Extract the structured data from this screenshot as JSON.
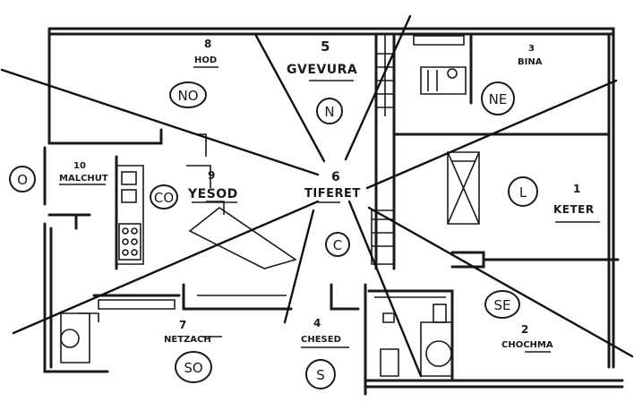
{
  "rooms": {
    "hod": {
      "num": "8",
      "name": "HOD",
      "dir": "NO"
    },
    "gevura": {
      "num": "5",
      "name": "GVEVURA",
      "dir": "N"
    },
    "bina": {
      "num": "3",
      "name": "BINA",
      "dir": "NE"
    },
    "malchut": {
      "num": "10",
      "name": "MALCHUT",
      "dir": "O"
    },
    "yesod": {
      "num": "9",
      "name": "YESOD",
      "dir": "CO"
    },
    "tiferet": {
      "num": "6",
      "name": "TIFERET",
      "dir": "C"
    },
    "keter": {
      "num": "1",
      "name": "KETER",
      "dir": "L"
    },
    "netzach": {
      "num": "7",
      "name": "NETZACH",
      "dir": "SO"
    },
    "chesed": {
      "num": "4",
      "name": "CHESED",
      "dir": "S"
    },
    "chochma": {
      "num": "2",
      "name": "CHOCHMA",
      "dir": "SE"
    }
  }
}
